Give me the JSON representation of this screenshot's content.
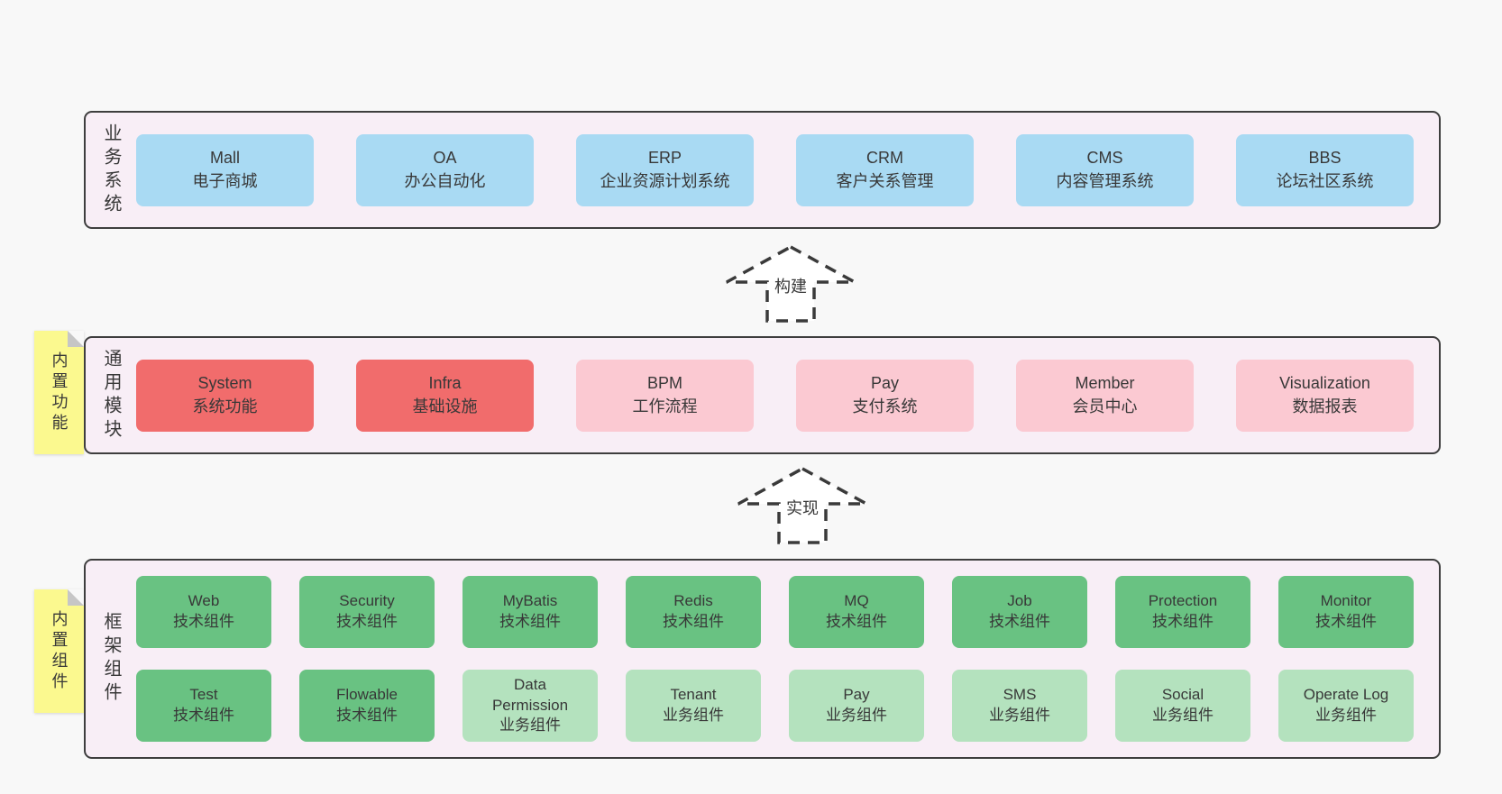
{
  "colors": {
    "page-bg": "#f8f8f8",
    "panel": "#f8eef6",
    "panel-border": "#3e3e3e",
    "blue": "#a9daf3",
    "red": "#f16c6c",
    "pink": "#fbc9d2",
    "green": "#69c282",
    "green-light": "#b4e2be",
    "sticky": "#fbf98f",
    "fold": "#c6c6c6",
    "text": "#383838"
  },
  "sections": [
    {
      "label": "业务系统",
      "boxes": [
        {
          "title": "Mall",
          "subtitle": "电子商城"
        },
        {
          "title": "OA",
          "subtitle": "办公自动化"
        },
        {
          "title": "ERP",
          "subtitle": "企业资源计划系统"
        },
        {
          "title": "CRM",
          "subtitle": "客户关系管理"
        },
        {
          "title": "CMS",
          "subtitle": "内容管理系统"
        },
        {
          "title": "BBS",
          "subtitle": "论坛社区系统"
        }
      ]
    },
    {
      "label": "通用模块",
      "sticky": "内置功能",
      "boxes": [
        {
          "title": "System",
          "subtitle": "系统功能"
        },
        {
          "title": "Infra",
          "subtitle": "基础设施"
        },
        {
          "title": "BPM",
          "subtitle": "工作流程"
        },
        {
          "title": "Pay",
          "subtitle": "支付系统"
        },
        {
          "title": "Member",
          "subtitle": "会员中心"
        },
        {
          "title": "Visualization",
          "subtitle": "数据报表"
        }
      ]
    },
    {
      "label": "框架组件",
      "sticky": "内置组件",
      "rows": [
        [
          {
            "title": "Web",
            "subtitle": "技术组件"
          },
          {
            "title": "Security",
            "subtitle": "技术组件"
          },
          {
            "title": "MyBatis",
            "subtitle": "技术组件"
          },
          {
            "title": "Redis",
            "subtitle": "技术组件"
          },
          {
            "title": "MQ",
            "subtitle": "技术组件"
          },
          {
            "title": "Job",
            "subtitle": "技术组件"
          },
          {
            "title": "Protection",
            "subtitle": "技术组件"
          },
          {
            "title": "Monitor",
            "subtitle": "技术组件"
          }
        ],
        [
          {
            "title": "Test",
            "subtitle": "技术组件"
          },
          {
            "title": "Flowable",
            "subtitle": "技术组件"
          },
          {
            "title": "Data\nPermission",
            "subtitle": "业务组件"
          },
          {
            "title": "Tenant",
            "subtitle": "业务组件"
          },
          {
            "title": "Pay",
            "subtitle": "业务组件"
          },
          {
            "title": "SMS",
            "subtitle": "业务组件"
          },
          {
            "title": "Social",
            "subtitle": "业务组件"
          },
          {
            "title": "Operate Log",
            "subtitle": "业务组件"
          }
        ]
      ]
    }
  ],
  "arrows": [
    {
      "label": "构建"
    },
    {
      "label": "实现"
    }
  ]
}
